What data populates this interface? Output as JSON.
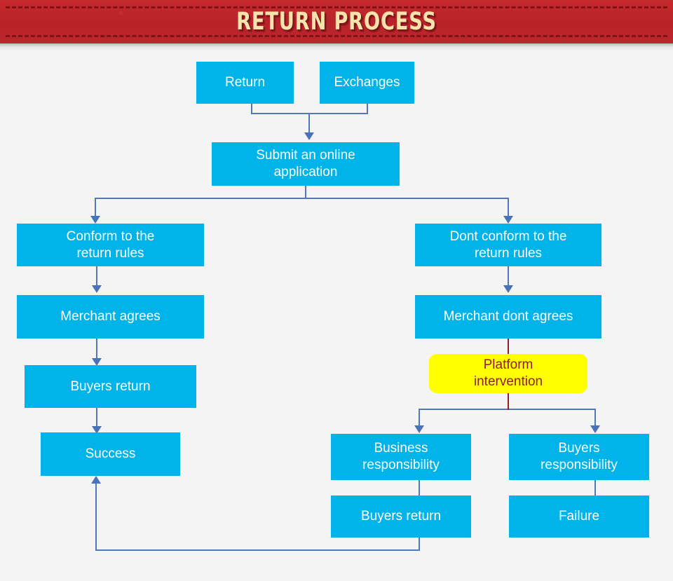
{
  "header": {
    "title": "RETURN PROCESS",
    "background_color": "#c0262b",
    "title_color": "#f7e3ac",
    "stitch_color": "#7d1316"
  },
  "canvas": {
    "background_color": "#f4f4f4",
    "node_color": "#00b3e8",
    "node_text_color": "#ffffff",
    "highlight_color": "#ffff00",
    "highlight_text_color": "#8c1f1f",
    "connector_color": "#5278b8",
    "red_connector_color": "#8e2029"
  },
  "nodes": {
    "return": "Return",
    "exchanges": "Exchanges",
    "submit": "Submit an online\napplication",
    "submit_line1": "Submit an online",
    "submit_line2": "application",
    "conform_line1": "Conform to the",
    "conform_line2": "return rules",
    "merchant_agrees": "Merchant agrees",
    "buyers_return_left": "Buyers return",
    "success": "Success",
    "dont_conform_line1": "Dont conform to the",
    "dont_conform_line2": "return rules",
    "merchant_dont_agrees": "Merchant dont agrees",
    "platform_line1": "Platform",
    "platform_line2": "intervention",
    "business_resp_line1": "Business",
    "business_resp_line2": "responsibility",
    "buyers_return_bottom": "Buyers return",
    "buyers_resp_line1": "Buyers",
    "buyers_resp_line2": "responsibility",
    "failure": "Failure"
  }
}
